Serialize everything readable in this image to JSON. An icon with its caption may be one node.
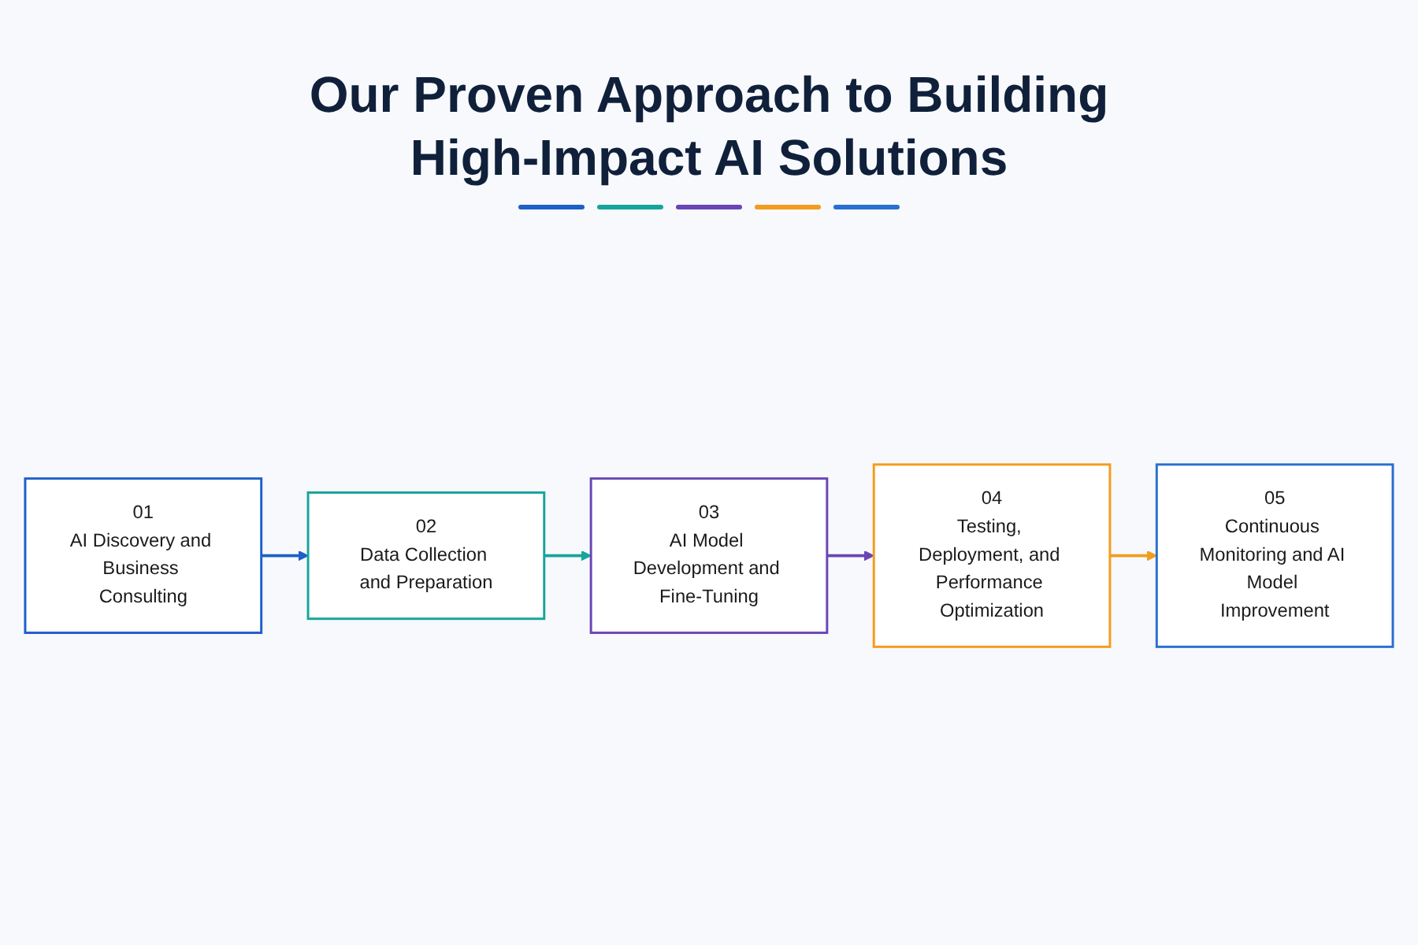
{
  "diagram": {
    "title": "Our Proven Approach to Building High-Impact AI Solutions",
    "nodes": [
      {
        "text": [
          "01",
          "AI Discovery and Business Consulting"
        ]
      },
      {
        "text": [
          "02",
          "Data Collection and Preparation"
        ]
      },
      {
        "text": [
          "03",
          "AI Model Development and Fine-Tuning"
        ]
      },
      {
        "text": [
          "04",
          "Testing, Deployment, and Performance Optimization"
        ]
      },
      {
        "text": [
          "05",
          "Continuous Monitoring and AI Model Improvement"
        ]
      }
    ],
    "edges": [
      {
        "from": 0,
        "to": 1,
        "arrow": "to",
        "color": "#1e5fc8"
      },
      {
        "from": 1,
        "to": 2,
        "arrow": "to",
        "color": "#16a59a"
      },
      {
        "from": 2,
        "to": 3,
        "arrow": "to",
        "color": "#6a45b5"
      },
      {
        "from": 3,
        "to": 4,
        "arrow": "to",
        "color": "#f39c1e"
      }
    ]
  }
}
